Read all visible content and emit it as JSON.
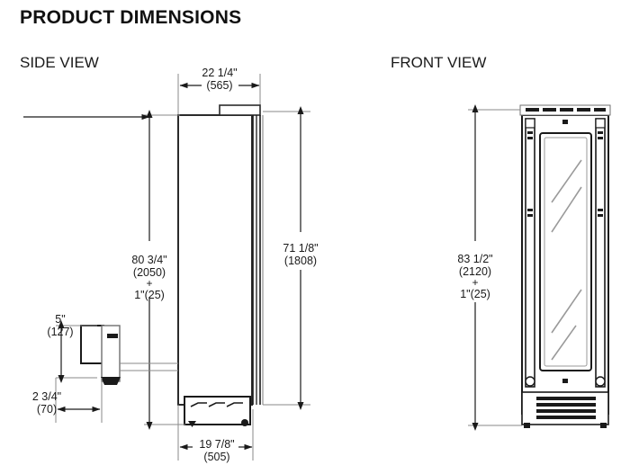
{
  "header": {
    "title": "PRODUCT DIMENSIONS"
  },
  "views": {
    "side": {
      "label": "SIDE VIEW"
    },
    "front": {
      "label": "FRONT VIEW"
    }
  },
  "dimensions": {
    "side_width_top": {
      "name": "overall-depth-top",
      "imperial": "22 1/4\"",
      "metric": "(565)"
    },
    "side_height_left": {
      "name": "overall-height-with-adjust",
      "imperial": "80 3/4\"",
      "metric": "(2050)",
      "plus": "+",
      "adjust": "1\"(25)"
    },
    "side_height_right": {
      "name": "cabinet-body-height",
      "imperial": "71 1/8\"",
      "metric": "(1808)"
    },
    "side_toe_height": {
      "name": "kick-detail-height",
      "imperial": "5\"",
      "metric": "(127)"
    },
    "side_toe_depth": {
      "name": "kick-detail-depth",
      "imperial": "2 3/4\"",
      "metric": "(70)"
    },
    "side_width_bottom": {
      "name": "cabinet-depth-bottom",
      "imperial": "19 7/8\"",
      "metric": "(505)"
    },
    "front_height": {
      "name": "front-overall-height-with-adjust",
      "imperial": "83 1/2\"",
      "metric": "(2120)",
      "plus": "+",
      "adjust": "1\"(25)"
    }
  },
  "style": {
    "line_color": "#1a1a1a",
    "thin_line_color": "#7a7a7a",
    "fill_color": "#ffffff",
    "text_color": "#1a1a1a",
    "background": "#ffffff"
  }
}
